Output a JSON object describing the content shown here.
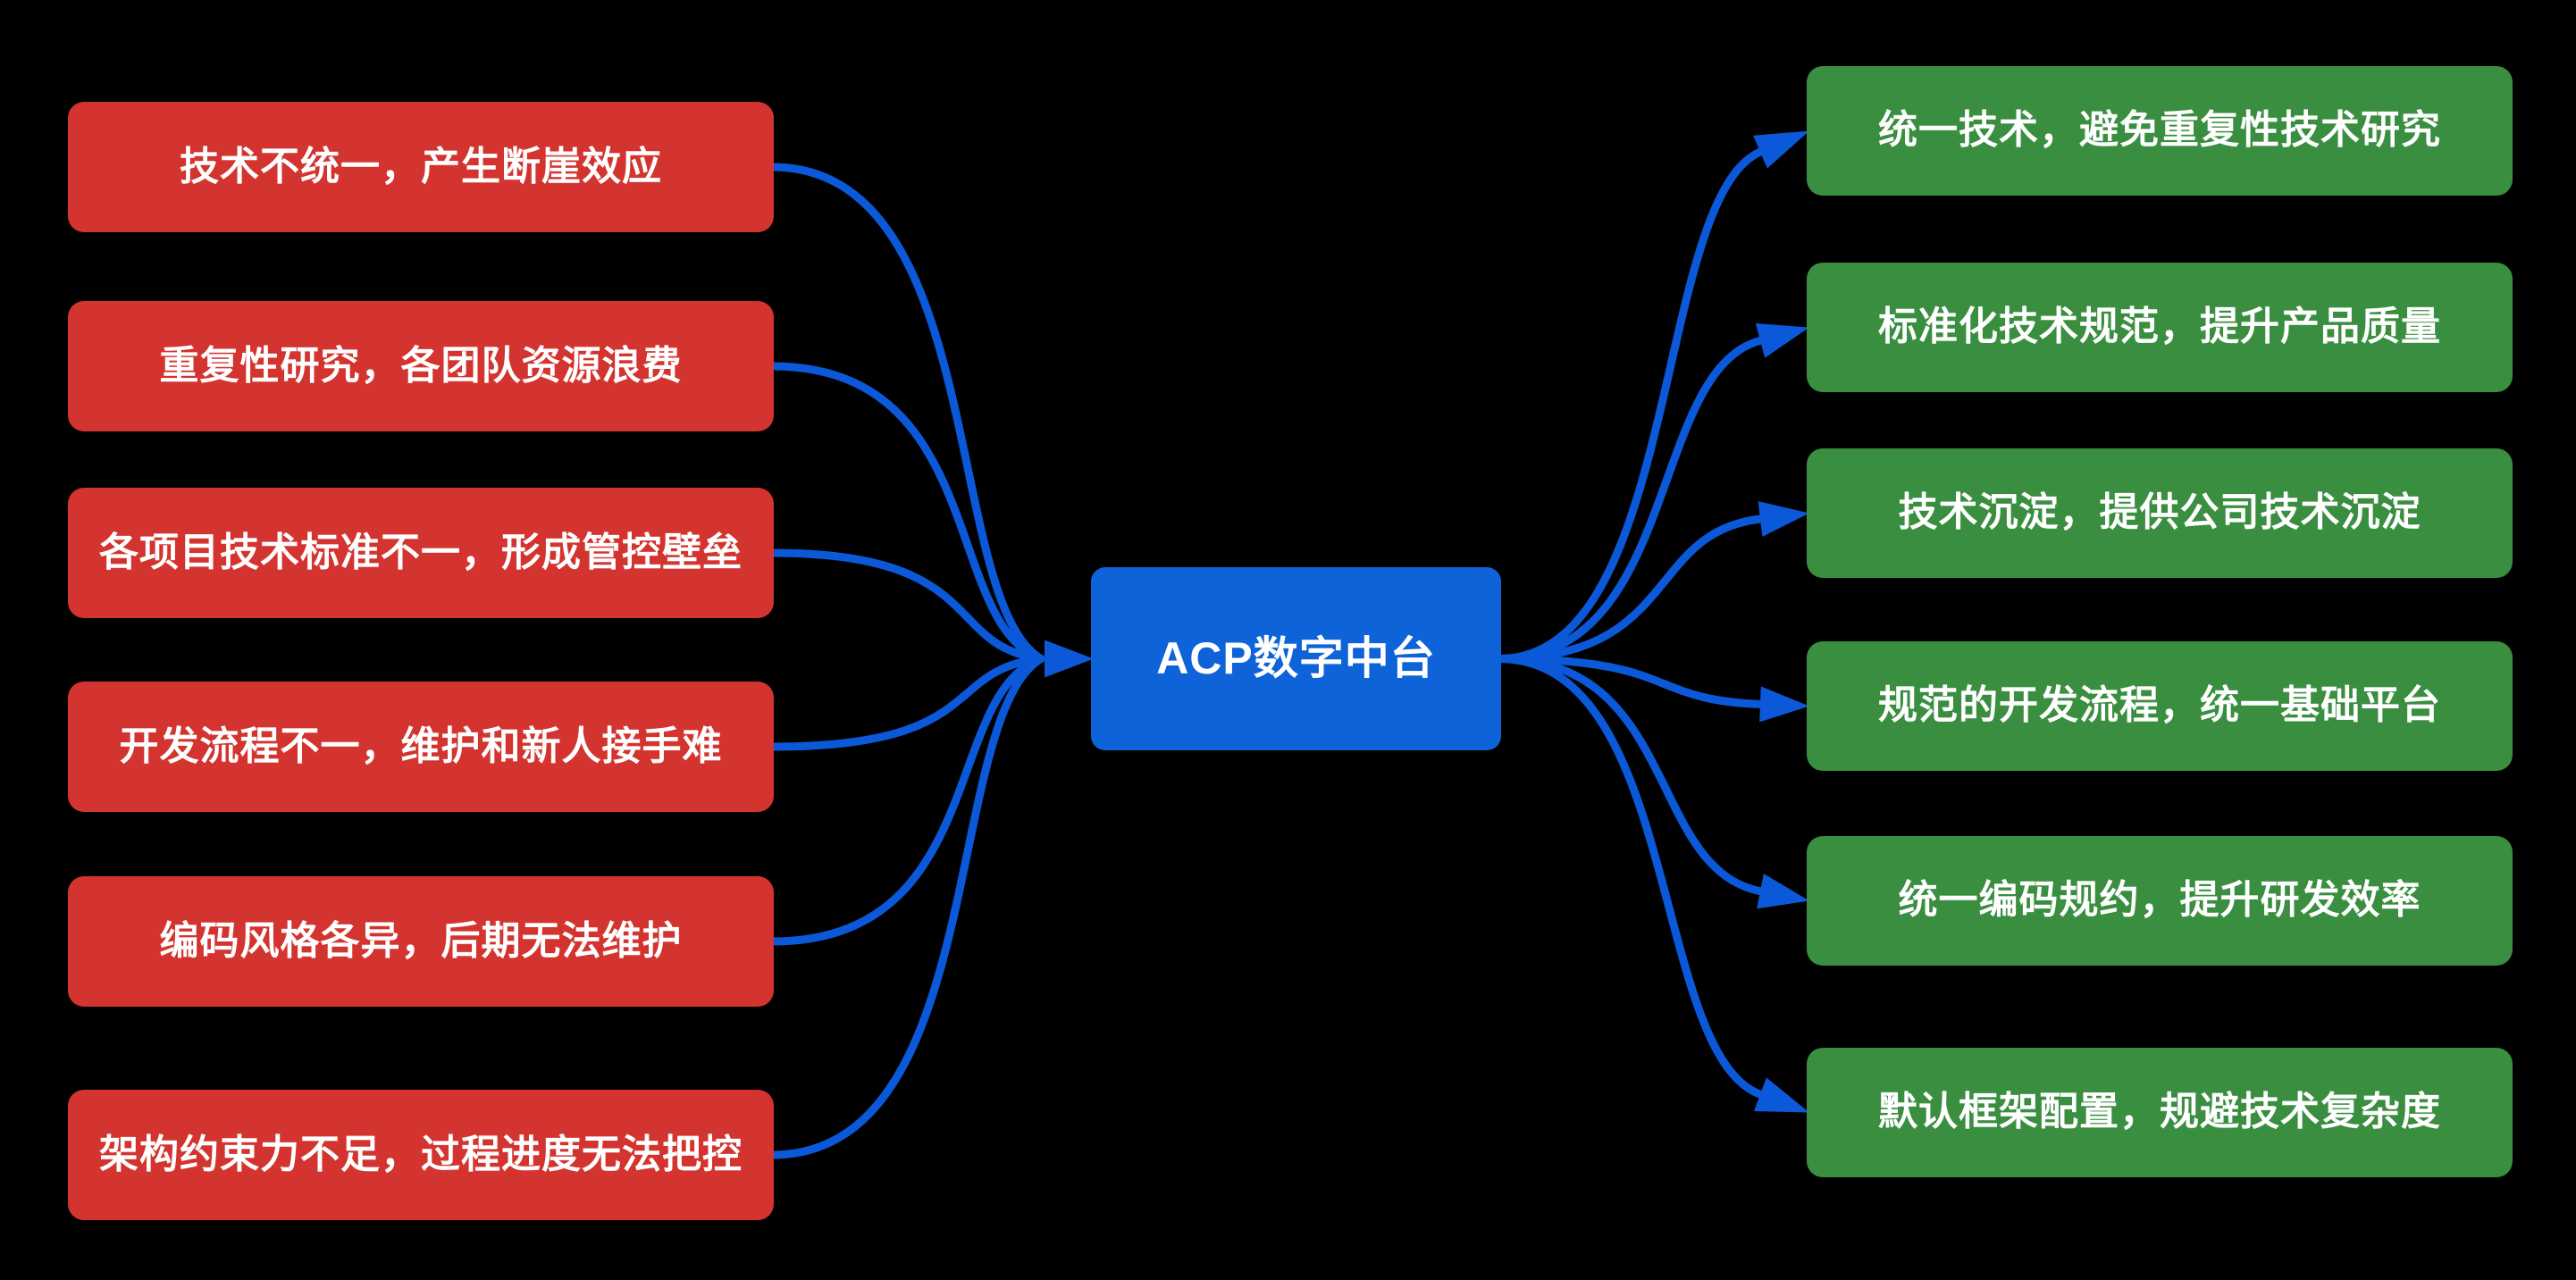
{
  "diagram": {
    "title": "ACP digital middle platform problems-to-benefits mind map",
    "center": {
      "label": "ACP数字中台"
    },
    "problems": [
      {
        "label": "技术不统一，产生断崖效应"
      },
      {
        "label": "重复性研究，各团队资源浪费"
      },
      {
        "label": "各项目技术标准不一，形成管控壁垒"
      },
      {
        "label": "开发流程不一，维护和新人接手难"
      },
      {
        "label": "编码风格各异，后期无法维护"
      },
      {
        "label": "架构约束力不足，过程进度无法把控"
      }
    ],
    "benefits": [
      {
        "label": "统一技术，避免重复性技术研究"
      },
      {
        "label": "标准化技术规范，提升产品质量"
      },
      {
        "label": "技术沉淀，提供公司技术沉淀"
      },
      {
        "label": "规范的开发流程，统一基础平台"
      },
      {
        "label": "统一编码规约，提升研发效率"
      },
      {
        "label": "默认框架配置，规避技术复杂度"
      }
    ],
    "colors": {
      "background": "#000000",
      "problem_box": "#d4342f",
      "benefit_box": "#3a8e40",
      "center_box": "#0f63d8",
      "connector": "#0b59d8",
      "text": "#ffffff"
    }
  }
}
